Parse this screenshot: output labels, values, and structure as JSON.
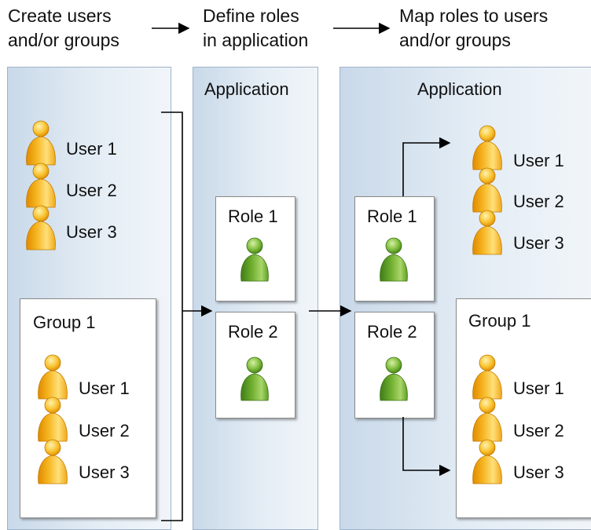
{
  "steps": {
    "create": [
      "Create users",
      "and/or groups"
    ],
    "define": [
      "Define roles",
      "in application"
    ],
    "map": [
      "Map roles to users",
      "and/or groups"
    ]
  },
  "middle_panel": {
    "title": "Application",
    "roles": [
      "Role 1",
      "Role 2"
    ]
  },
  "left_panel": {
    "users": [
      "User 1",
      "User 2",
      "User 3"
    ],
    "group": {
      "title": "Group 1",
      "users": [
        "User 1",
        "User 2",
        "User 3"
      ]
    }
  },
  "right_panel": {
    "title": "Application",
    "roles": [
      "Role 1",
      "Role 2"
    ],
    "users": [
      "User 1",
      "User 2",
      "User 3"
    ],
    "group": {
      "title": "Group 1",
      "users": [
        "User 1",
        "User 2",
        "User 3"
      ]
    }
  },
  "icons": {
    "user": "user-icon",
    "role": "role-icon"
  },
  "colors": {
    "user_fill": "#f4b41a",
    "role_fill": "#6fae2e",
    "panel_fill": "#d6e3ef"
  }
}
